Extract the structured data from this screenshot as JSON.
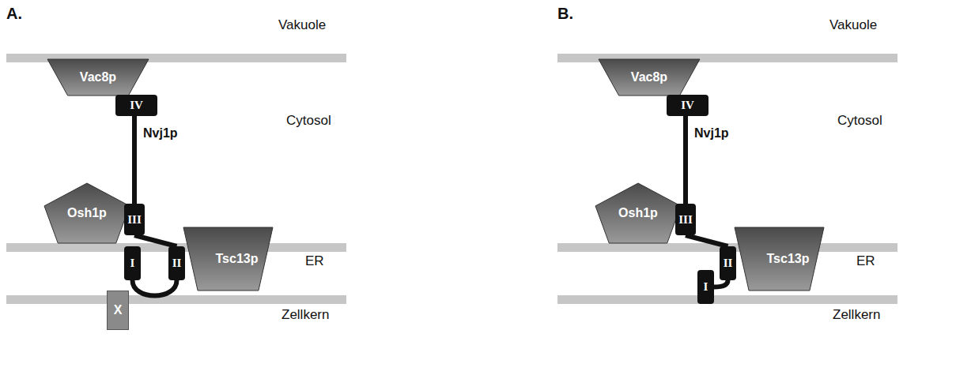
{
  "diagram": {
    "nodes": [
      {
        "text": [
          "Vac8p"
        ]
      },
      {
        "text": [
          "IV"
        ]
      },
      {
        "text": [
          "Osh1p"
        ]
      },
      {
        "text": [
          "III"
        ]
      },
      {
        "text": [
          "Tsc13p"
        ]
      },
      {
        "text": [
          "II"
        ]
      },
      {
        "text": [
          "I"
        ]
      },
      {
        "text": [
          "X"
        ]
      },
      {
        "text": [
          "Vac8p"
        ]
      },
      {
        "text": [
          "IV"
        ]
      },
      {
        "text": [
          "Osh1p"
        ]
      },
      {
        "text": [
          "III"
        ]
      },
      {
        "text": [
          "Tsc13p"
        ]
      },
      {
        "text": [
          "II"
        ]
      },
      {
        "text": [
          "I"
        ]
      }
    ],
    "edges": [
      {
        "from": 1,
        "to": 3,
        "arrow": "none"
      },
      {
        "from": 3,
        "to": 5,
        "arrow": "none"
      },
      {
        "from": 5,
        "to": 6,
        "arrow": "none"
      },
      {
        "from": 9,
        "to": 11,
        "arrow": "none"
      },
      {
        "from": 11,
        "to": 13,
        "arrow": "none"
      },
      {
        "from": 13,
        "to": 14,
        "arrow": "none"
      }
    ],
    "labels": [
      "A.",
      "Vakuole",
      "Nvj1p",
      "Cytosol",
      "ER",
      "Zellkern",
      "B.",
      "Vakuole",
      "Nvj1p",
      "Cytosol",
      "ER",
      "Zellkern"
    ]
  }
}
